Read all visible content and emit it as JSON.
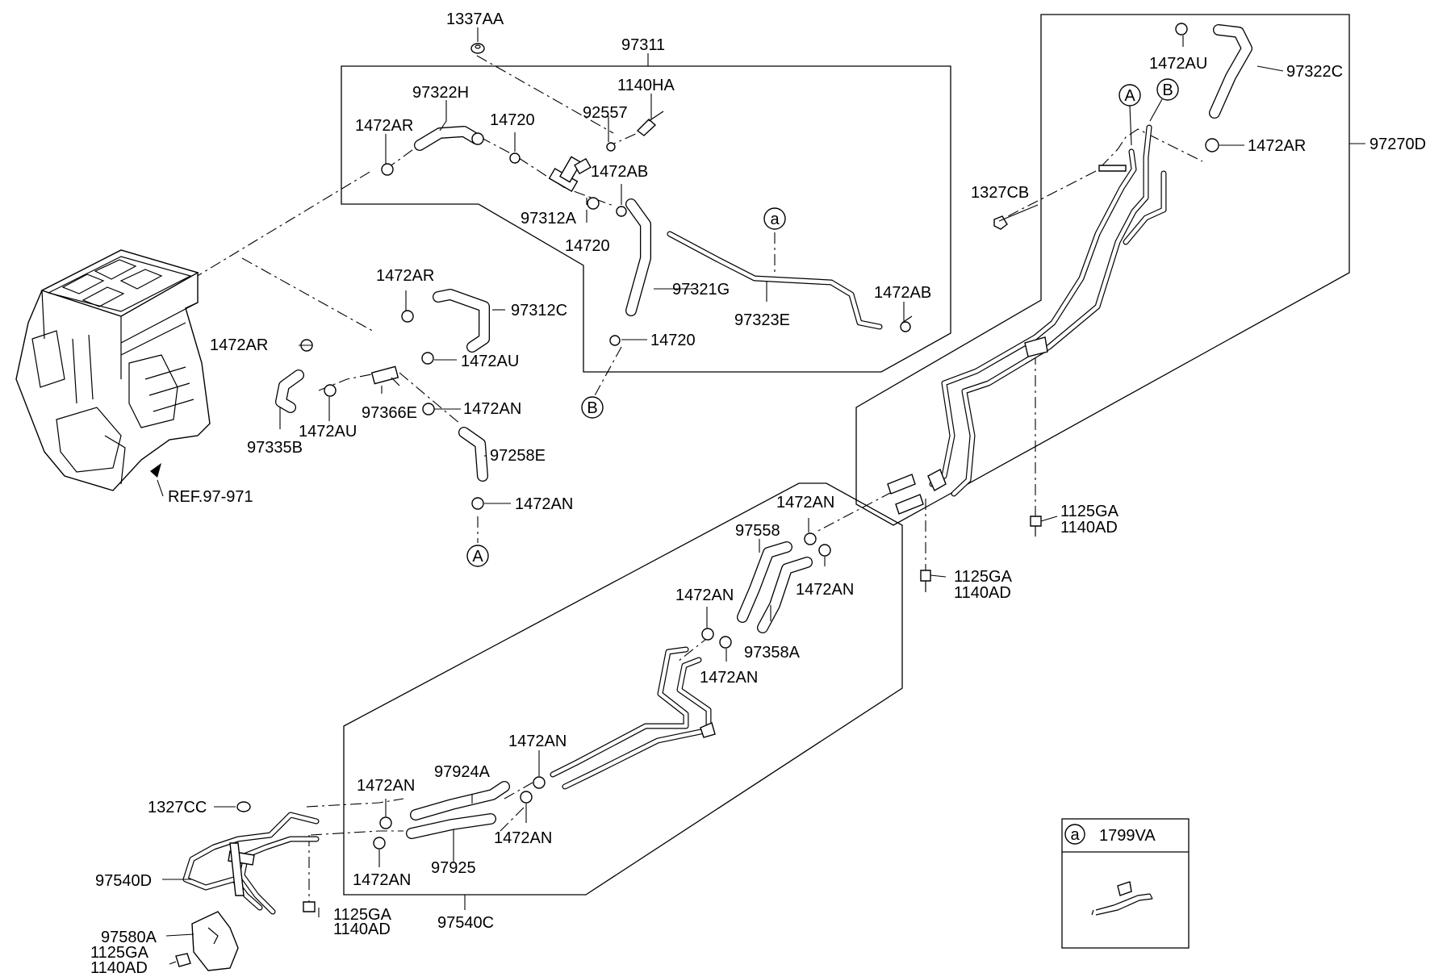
{
  "labels": {
    "l1337AA": "1337AA",
    "l97311": "97311",
    "l1140HA": "1140HA",
    "l97322H": "97322H",
    "l1472AR_a": "1472AR",
    "l14720_a": "14720",
    "l92557": "92557",
    "l1472AB_a": "1472AB",
    "l97312A": "97312A",
    "l14720_b": "14720",
    "l97321G": "97321G",
    "l97323E": "97323E",
    "l1472AB_b": "1472AB",
    "l14720_c": "14720",
    "l1472AR_b": "1472AR",
    "l97312C": "97312C",
    "l1472AR_c": "1472AR",
    "l1472AU_a": "1472AU",
    "l1472AN_a": "1472AN",
    "l97366E": "97366E",
    "l1472AU_b": "1472AU",
    "l97335B": "97335B",
    "l97258E": "97258E",
    "l1472AN_b": "1472AN",
    "lREF": "REF.97-971",
    "l1472AU_c": "1472AU",
    "l97322C": "97322C",
    "l1472AR_d": "1472AR",
    "l97270D": "97270D",
    "l1327CB": "1327CB",
    "l1125GA_a": "1125GA",
    "l1140AD_a": "1140AD",
    "l1125GA_b": "1125GA",
    "l1140AD_b": "1140AD",
    "l1472AN_c": "1472AN",
    "l97558": "97558",
    "l1472AN_d": "1472AN",
    "l1472AN_e": "1472AN",
    "l97358A": "97358A",
    "l1472AN_f": "1472AN",
    "l1472AN_g": "1472AN",
    "l97924A": "97924A",
    "l1472AN_h": "1472AN",
    "l1472AN_i": "1472AN",
    "l1472AN_j": "1472AN",
    "l97925": "97925",
    "l1327CC": "1327CC",
    "l97540D": "97540D",
    "l1125GA_c": "1125GA",
    "l1140AD_c": "1140AD",
    "l97540C": "97540C",
    "l97580A": "97580A",
    "l1125GA_d": "1125GA",
    "l1140AD_d": "1140AD"
  },
  "callouts": {
    "a_top": "a",
    "b_mid": "B",
    "a_left": "A",
    "a_right": "A",
    "b_right": "B",
    "legend_a": "a"
  },
  "legend": {
    "part": "1799VA"
  }
}
